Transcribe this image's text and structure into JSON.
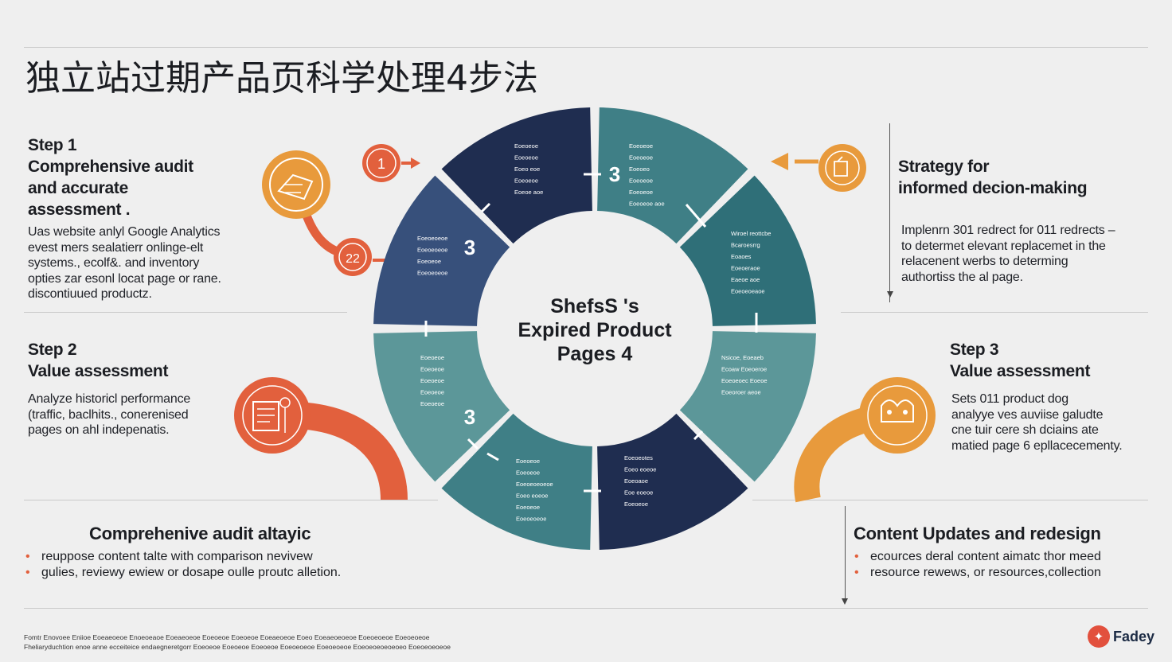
{
  "title": "独立站过期产品页科学处理4步法",
  "step1": {
    "label": "Step 1",
    "heading": [
      "Comprehensive audit",
      "and accurate",
      "assessment ."
    ],
    "body": [
      "Uas website anlyl Google Analytics",
      "evest mers sealatierr onlinge-elt",
      "systems., ecolf&. and inventory",
      "opties zar esonl locat page or rane.",
      "discontiuued productz."
    ]
  },
  "step2": {
    "label": "Step 2",
    "heading": "Value assessment",
    "body": [
      "Analyze historicl performance",
      "(traffic, baclhits., conerenised",
      "pages on ahl indepenatis."
    ]
  },
  "strategy": {
    "heading": [
      "Strategy for",
      "informed decion-making"
    ],
    "body": [
      "Implenrn 301 redrect for 011 redrects  –",
      "to determet elevant replacemet in the",
      "relacenent werbs to determing",
      "authortiss the al page."
    ]
  },
  "step3": {
    "label": "Step 3",
    "heading": "Value assessment",
    "body": [
      "Sets 011 product dog",
      "analyye ves auviise galudte",
      "cne tuir cere sh dciains ate",
      "matied page 6 epllacecementy."
    ]
  },
  "bottom_left": {
    "heading": "Comprehenive audit altayic",
    "bullets": [
      "reuppose content talte with comparison nevivew",
      "gulies, reviewy ewiew or dosape oulle proutc alletion."
    ]
  },
  "bottom_right": {
    "heading": "Content Updates and redesign",
    "bullets": [
      "ecources deral content aimatc thor meed",
      "resource rewews, or resources,collection"
    ]
  },
  "wheel": {
    "center": [
      "ShefsS 's",
      "Expired Product",
      "Pages 4"
    ],
    "numbers": [
      "3",
      "3",
      "3"
    ],
    "segments": [
      [
        "Wiroel reottcbe",
        "Bcaroesrrg",
        "Eoaoes",
        "Eoeoeraoe",
        "Eaeoe aoe",
        "Eoeoeoeaoe"
      ],
      [
        "Nsicoe, Eoeaeb",
        "Ecoaw Eoeoeroe",
        "Eoeoeoec Eoeoe",
        "Eoeoroer aeoe"
      ],
      [
        "Eoeoeotes",
        "Eoeo eoeoe",
        "Eoeoaoe",
        "Eoe eoeoe",
        "Eoeoeoe"
      ],
      [
        "Eoeoeoe",
        "Eoeoeoe",
        "Eoeoeoeoeoe",
        "Eoeo eoeoe",
        "Eoeoeoe",
        "Eoeoeoeoe"
      ],
      [
        "Eoeoeoe",
        "Eoeoeoe",
        "Eoeoeoe",
        "Eoeoeoe",
        "Eoeoeoe"
      ],
      [
        "Eoeoeoeoe",
        "Eoeoeoeoe",
        "Eoeoeoe",
        "Eoeoeoeoe"
      ],
      [
        "Eoeoeoe",
        "Eoeoeoe",
        "Eoeo eoe",
        "Eoeoeoe",
        "Eoeoe aoe"
      ],
      [
        "Eoeoeoe",
        "Eoeoeoe",
        "Eoeoeo",
        "Eoeoeoe",
        "Eoeoeoe",
        "Eoeoeoe aoe"
      ]
    ]
  },
  "markers": {
    "top_left_number": "1",
    "left_number": "22"
  },
  "footer": [
    "Fomtr Enovoee Eniioe Eoeaeoeoe Enoeoeaoe Eoeaeoeoe Eoeoeoe Eoeoeoe Eoeaeoeoe Eoeo Eoeaeoeoeoe Eoeoeoeoe Eoeoeoeoe",
    "Fheliaryduchtion enoe anne ecceiteice endaegneretgorr Eoeoeoe Eoeoeoe Eoeoeoe Eoeoeoeoe Eoeoeoeoe Eoeoeoeoeoeoeo Eoeoeoeoeoe"
  ],
  "brand": "Fadey",
  "colors": {
    "navy": "#1f2d50",
    "blue": "#37507b",
    "teal_dark": "#2f6f78",
    "teal": "#3f7f86",
    "teal_light": "#5c9799",
    "orange": "#e89a3c",
    "red": "#e2603d"
  }
}
